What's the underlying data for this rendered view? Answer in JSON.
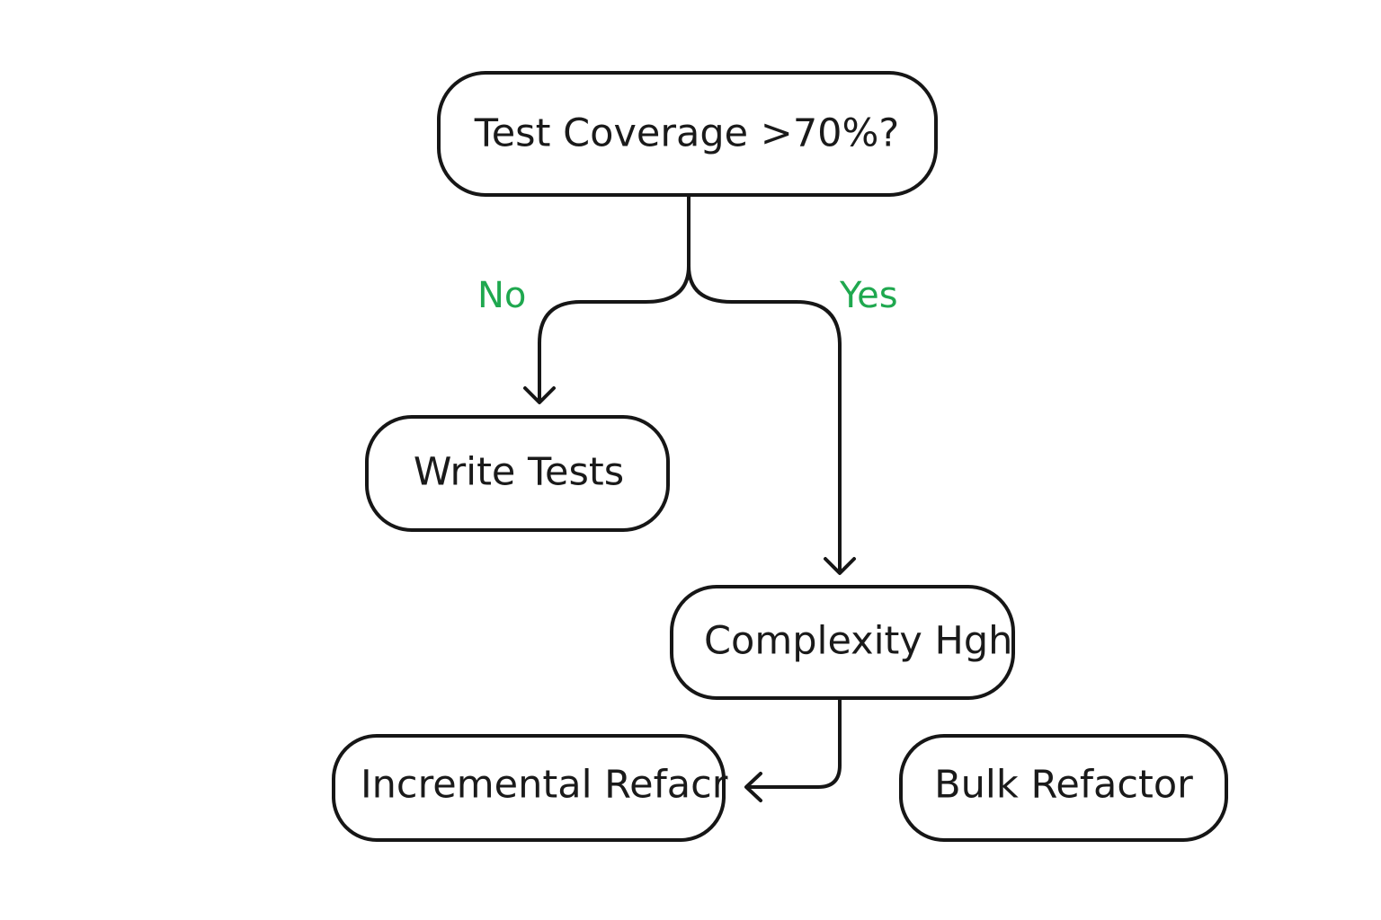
{
  "nodes": {
    "test_coverage": "Test Coverage >70%?",
    "write_tests": "Write Tests",
    "complexity_high": "Complexity Hgh",
    "incremental_refactor": "Incremental Refacr",
    "bulk_refactor": "Bulk Refactor"
  },
  "edges": {
    "no_label": "No",
    "yes_label": "Yes"
  },
  "colors": {
    "edge_label": "#1fa84f",
    "stroke": "#161616",
    "text": "#1a1a1a",
    "background": "#ffffff"
  }
}
